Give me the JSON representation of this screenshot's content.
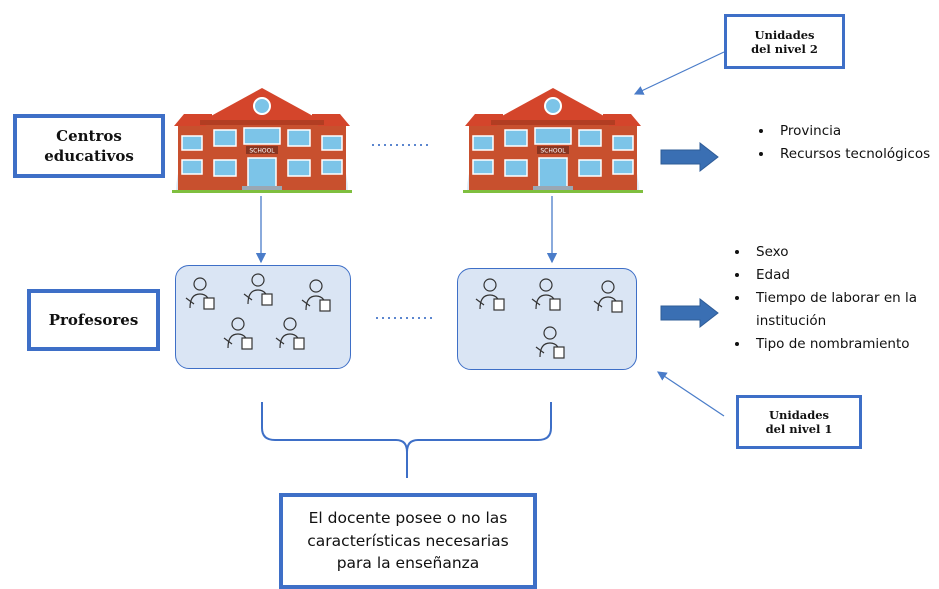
{
  "labels": {
    "centros": "Centros educativos",
    "profesores": "Profesores"
  },
  "units": {
    "level2": "Unidades del nivel 2",
    "level1": "Unidades del nivel 1"
  },
  "school_sign": "SCHOOL",
  "level2_vars": [
    "Provincia",
    "Recursos tecnológicos"
  ],
  "level1_vars": [
    "Sexo",
    "Edad",
    "Tiempo de laborar en la institución",
    "Tipo de nombramiento"
  ],
  "outcome": "El docente posee o no las características necesarias para la enseñanza",
  "colors": {
    "accent": "#3e6fc7",
    "group_fill": "#dae5f4",
    "roof": "#d4452b",
    "wall": "#c8502e"
  }
}
